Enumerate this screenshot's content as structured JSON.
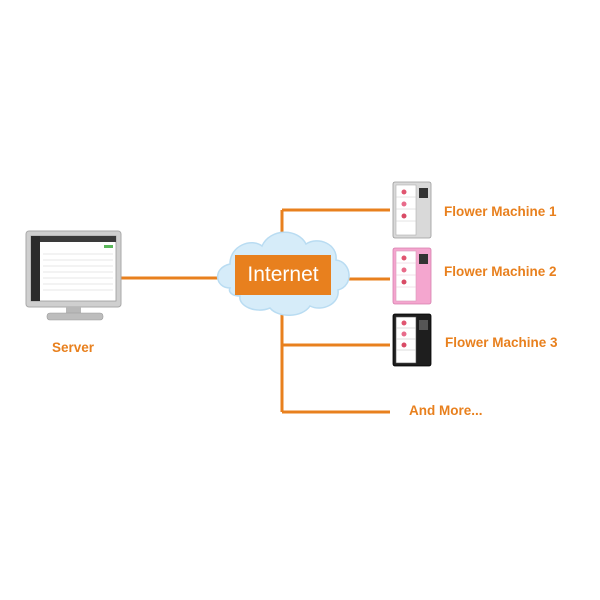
{
  "colors": {
    "accent": "#e8801e",
    "cloud": "#d6ecf9",
    "monitor_frame": "#c8c8c8"
  },
  "icons": {
    "server": "monitor-icon",
    "cloud": "cloud-icon",
    "machine": "vending-machine-icon"
  },
  "diagram": {
    "server_label": "Server",
    "internet_label": "Internet",
    "machines": [
      {
        "label": "Flower Machine 1",
        "body_color": "#d9d9d9"
      },
      {
        "label": "Flower Machine 2",
        "body_color": "#f4a6cf"
      },
      {
        "label": "Flower Machine 3",
        "body_color": "#1e1e1e"
      }
    ],
    "more_label": "And More..."
  }
}
